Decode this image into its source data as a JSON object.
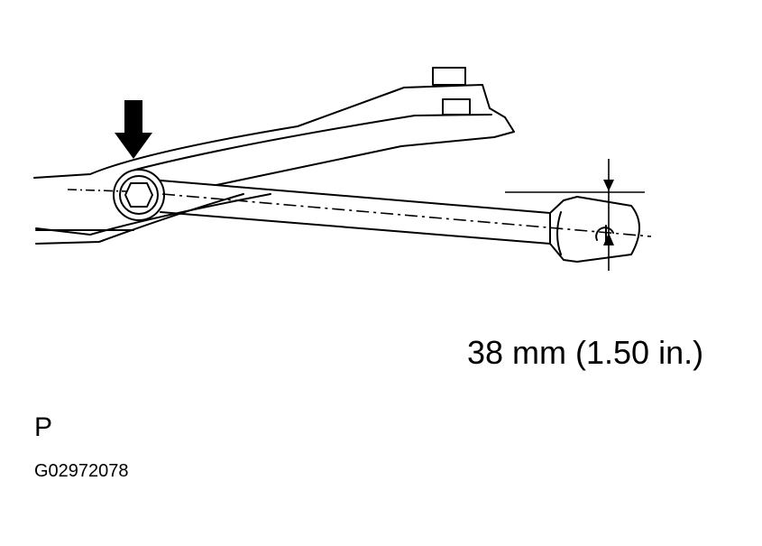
{
  "diagram": {
    "measurement_label": "38 mm (1.50 in.)",
    "position_mark": "P",
    "figure_code": "G02972078"
  }
}
